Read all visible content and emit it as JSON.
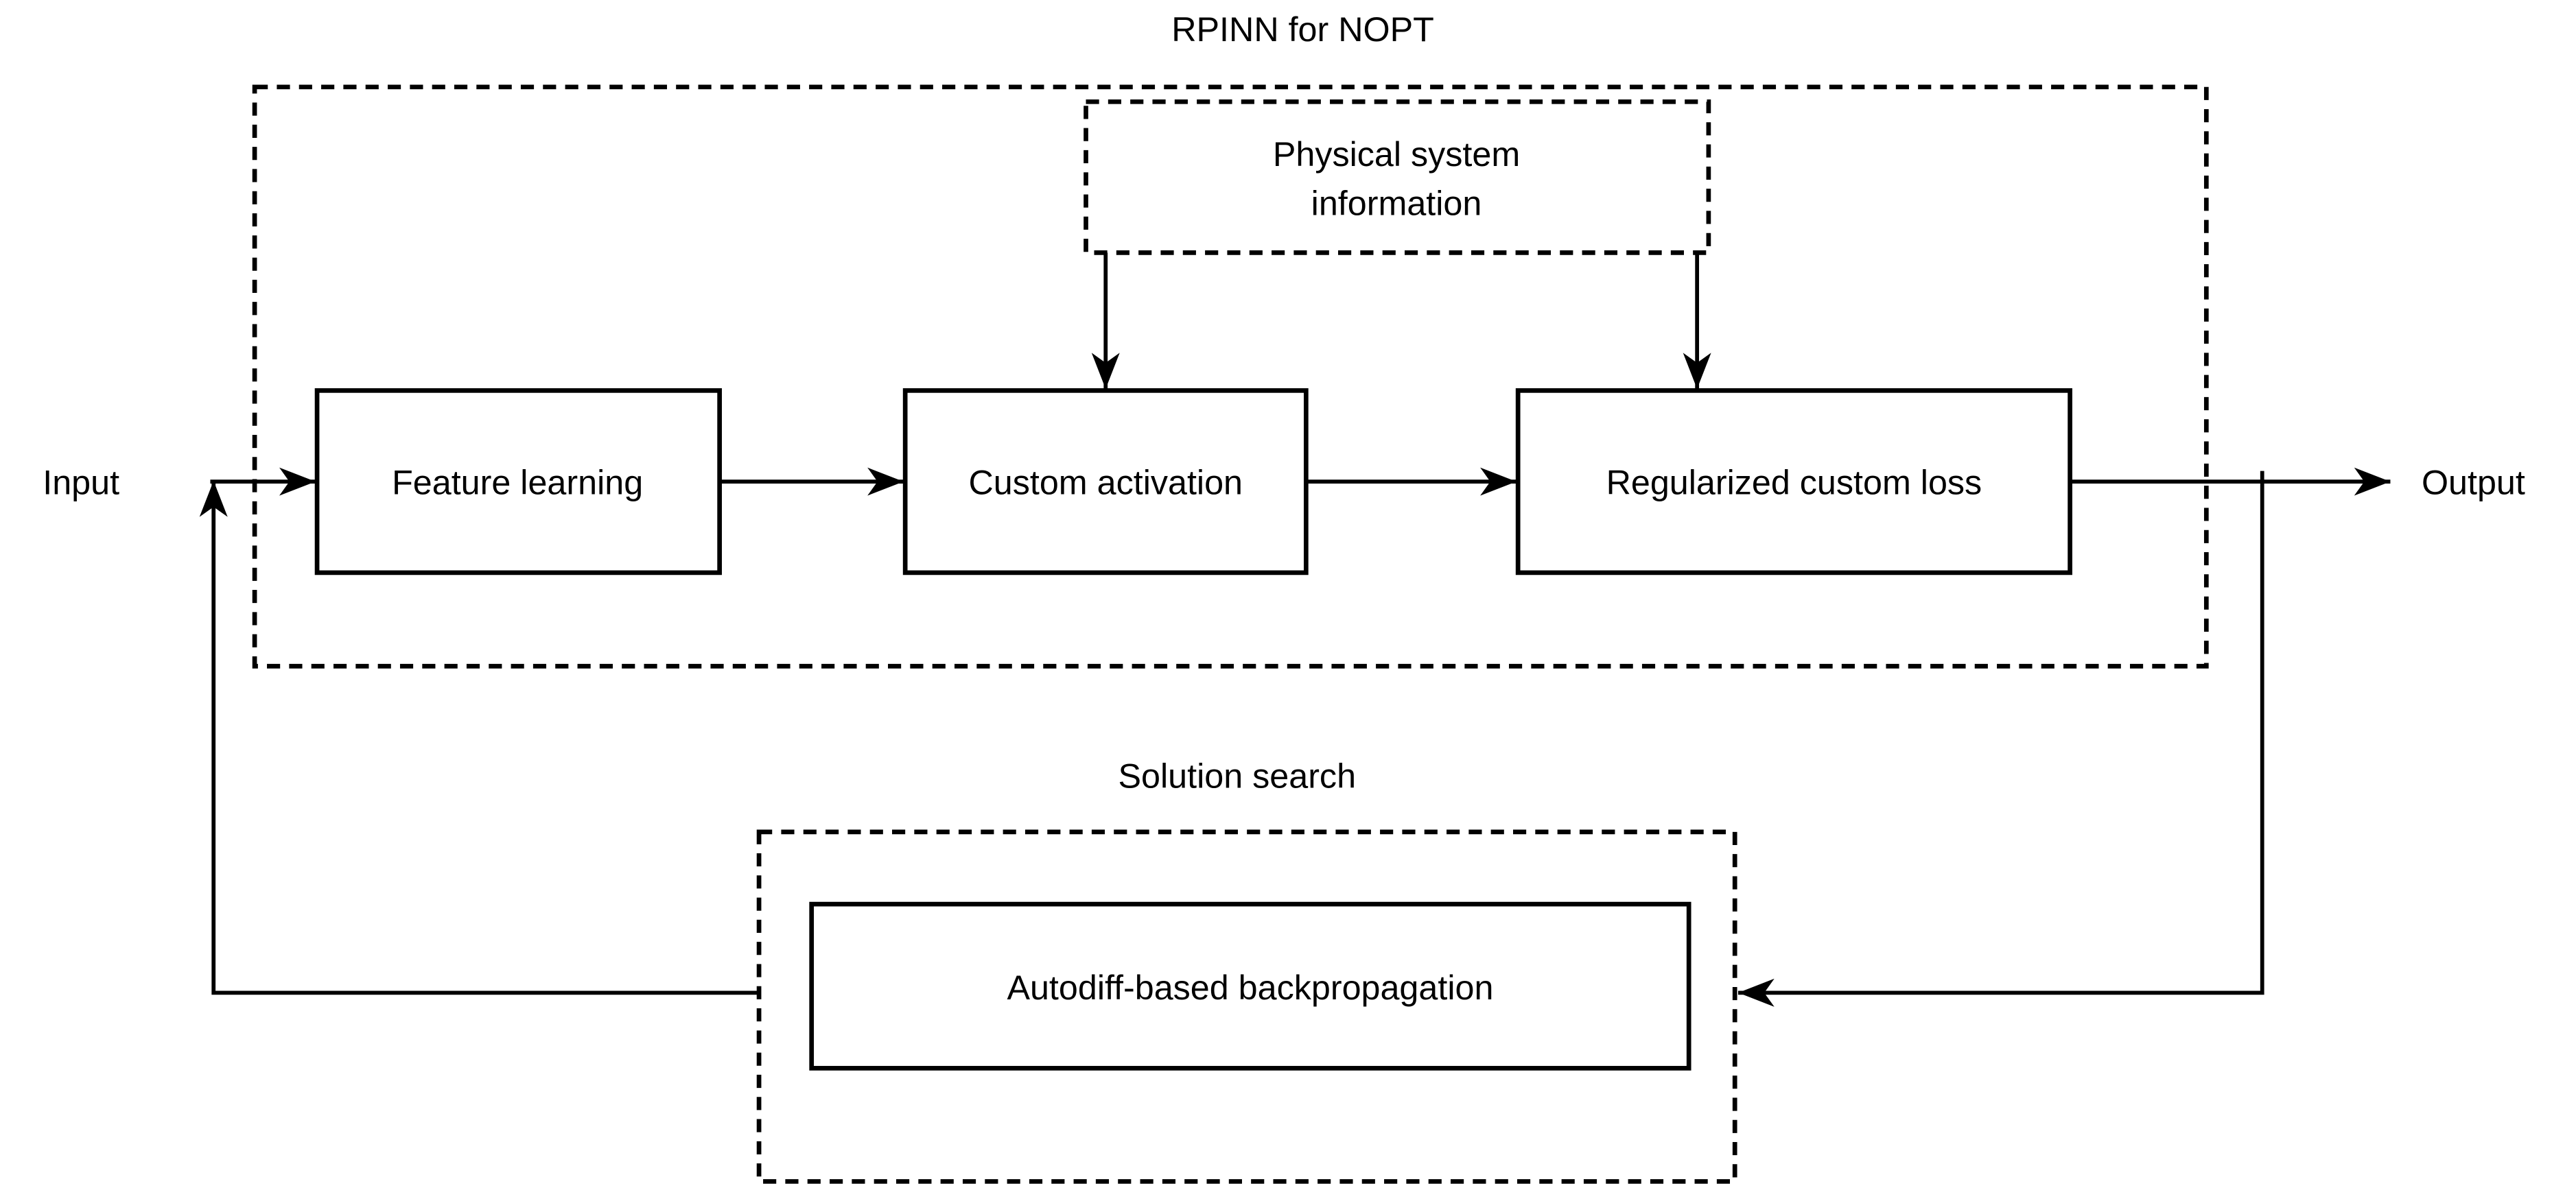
{
  "diagram": {
    "title": "RPINN for NOPT",
    "groups": {
      "rpinn": {
        "label": "RPINN for NOPT"
      },
      "solution_search": {
        "label": "Solution search"
      }
    },
    "nodes": {
      "physical_system": {
        "label_line1": "Physical system",
        "label_line2": "information"
      },
      "feature_learning": {
        "label": "Feature learning"
      },
      "custom_activation": {
        "label": "Custom activation"
      },
      "regularized_loss": {
        "label": "Regularized custom loss"
      },
      "backpropagation": {
        "label": "Autodiff-based backpropagation"
      }
    },
    "terminals": {
      "input": {
        "label": "Input"
      },
      "output": {
        "label": "Output"
      }
    },
    "colors": {
      "line": "#000000",
      "text": "#000000",
      "background": "#ffffff"
    }
  }
}
